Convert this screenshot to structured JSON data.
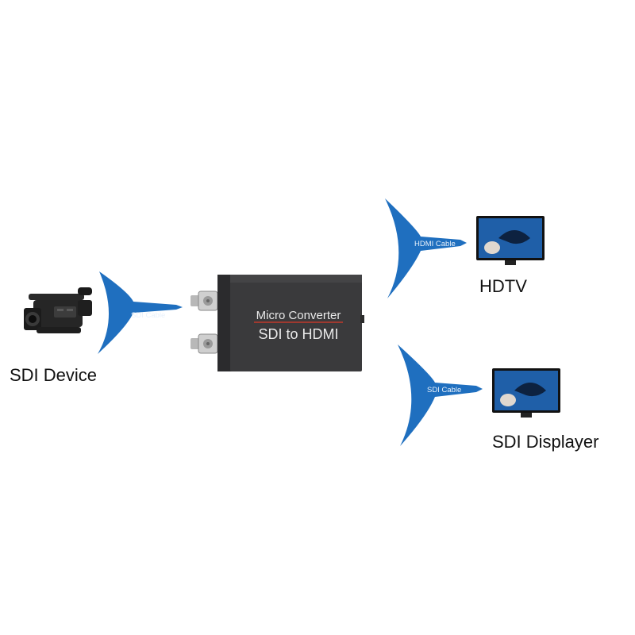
{
  "source": {
    "label": "SDI Device",
    "icon": "camcorder-icon"
  },
  "converter": {
    "line1": "Micro Converter",
    "line2": "SDI to HDMI",
    "icon": "converter-box-icon"
  },
  "cables": {
    "sdi_in": "SDI Cable",
    "hdmi_out": "HDMI Cable",
    "sdi_out": "SDI Cable"
  },
  "outputs": {
    "hdtv": {
      "label": "HDTV",
      "icon": "tv-icon"
    },
    "sdi_displayer": {
      "label": "SDI Displayer",
      "icon": "monitor-icon"
    }
  },
  "colors": {
    "arrow": "#1f6fbf",
    "device": "#3a3a3c"
  }
}
